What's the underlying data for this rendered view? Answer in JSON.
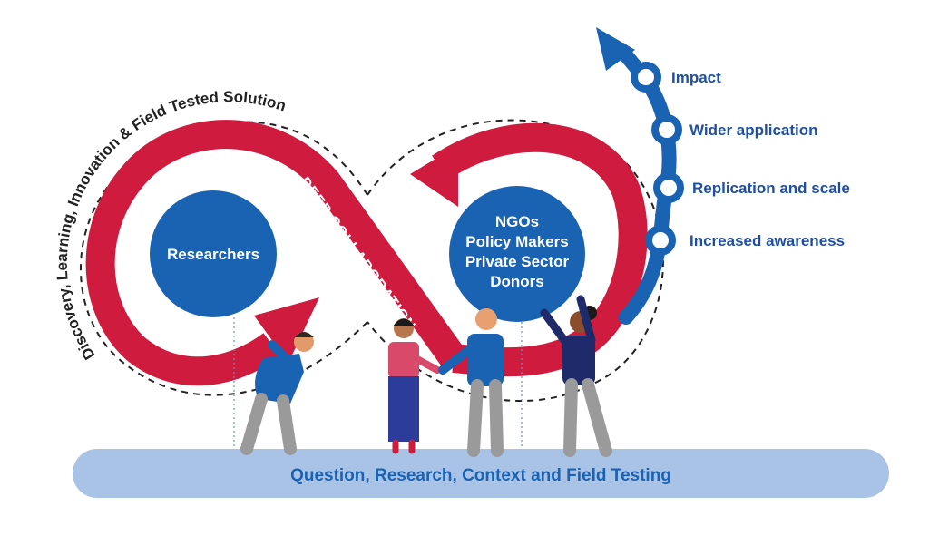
{
  "curved_heading": "Discovery, Learning, Innovation & Field Tested Solution",
  "left_circle_label": "Researchers",
  "right_circle_lines": [
    "NGOs",
    "Policy Makers",
    "Private Sector",
    "Donors"
  ],
  "band_label": "DEEP COLLABORATION",
  "base_label": "Question, Research, Context and Field Testing",
  "outcome_steps": [
    "Impact",
    "Wider application",
    "Replication and scale",
    "Increased awareness"
  ],
  "colors": {
    "crimson": "#cf1c3e",
    "blue": "#1a63b3",
    "navy": "#1f2a6b",
    "base_band": "#a9c3e6",
    "base_text": "#1a63b3",
    "gray": "#9a9a9a"
  }
}
